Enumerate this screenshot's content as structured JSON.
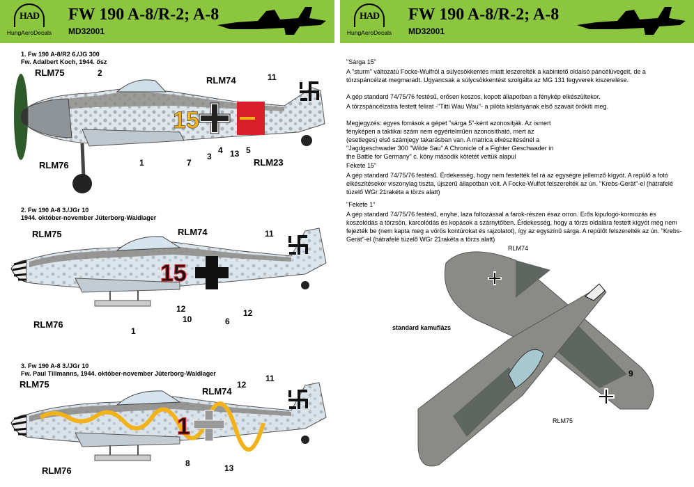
{
  "header": {
    "logo_text": "HAD",
    "logo_subtitle": "HungAeroDecals",
    "title": "FW 190 A-8/R-2; A-8",
    "code": "MD32001"
  },
  "schemes": [
    {
      "title_line1": "1. Fw 190 A-8/R2  6./JG 300",
      "title_line2": "Fw. Adalbert Koch, 1944. ősz",
      "nose_number": "15",
      "callouts": {
        "rlm75": "RLM75",
        "rlm76": "RLM76",
        "rlm74": "RLM74",
        "rlm23": "RLM23",
        "n2": "2",
        "n11": "11",
        "n1": "1",
        "n7": "7",
        "n3": "3",
        "n4": "4",
        "n13": "13",
        "n5": "5"
      }
    },
    {
      "title_line1": "2. Fw 190 A-8 3./JGr 10",
      "title_line2": "1944. október-november Jüterborg-Waldlager",
      "nose_number": "15",
      "callouts": {
        "rlm75": "RLM75",
        "rlm74": "RLM74",
        "rlm76": "RLM76",
        "n11": "11",
        "n12a": "12",
        "n10": "10",
        "n6": "6",
        "n12b": "12",
        "n1": "1"
      }
    },
    {
      "title_line1": "3. Fw 190 A-8 3./JGr 10",
      "title_line2": "Fw. Paul Tillmanns, 1944. október-november Jüterborg-Waldlager",
      "nose_number": "1",
      "callouts": {
        "rlm75": "RLM75",
        "rlm74": "RLM74",
        "rlm76": "RLM76",
        "n11": "11",
        "n12": "12",
        "n8": "8",
        "n13": "13"
      }
    }
  ],
  "notes": {
    "s1_heading": "\"Sárga 15\"",
    "s1_p1": "A \"sturm\" változatú Focke-Wulfról a súlycsökkentés miatt leszerelték a kabintető oldalsó páncélüvegeit, de a törzspáncélzat megmaradt. Ugyancsak a súlycsökkentést szolgálta az MG 131 fegyverek kiszerelése.",
    "s1_p2": "A gép standard 74/75/76 festésű, erősen koszos, kopott állapotban a fénykép elkészültekor.",
    "s1_p3": "A törzspáncélzatra festett felirat -\"Titti Wau Wau\"- a pilóta kislányának első szavait örökíti meg.",
    "s1_p4": "Megjegyzés: egyes források a gépet \"sárga 5\"-ként azonosítják. Az ismert fényképen a taktikai szám nem egyértelműen azonosítható, mert az (esetleges) első számjegy takarásban van. A matrica elkészítésénél a \"Jagdgeschwader 300 \"Wilde Sau\" A Chronicle of a Fighter Geschwader in the Battle for Germany\" c. köny második kötetét vettük alapul",
    "s2_heading": "Fekete 15\"",
    "s2_p1": "A gép standard 74/75/76 festésű. Érdekesség, hogy nem festették fel rá az egységre jellemző kígyót. A repülő a fotó elkészítésekor viszonylag tiszta, újszerű állapotban volt. A Focke-Wulfot felszerelték az ún. \"Krebs-Gerät\"-el (hátrafelé tüzelő WGr 21rakéta a törzs alatt)",
    "s3_heading": "\"Fekete 1\"",
    "s3_p1": "A gép standard 74/75/76 festésű, enyhe, laza foltozással a farok-részen ésaz orron. Erős kipufogó-kormozás és koszolódás a törzsön, karcolódás és kopások a szárnytőben. Érdekesség, hogy a törzs oldalára festett kígyót még nem fejezték be (nem kapta meg a vörös kontúrokat és rajzolatot), így az egyszínű sárga. A repülőt felszerelték az ún. \"Krebs-Gerät\"-el (hátrafelé tüzelő WGr 21rakéta a törzs alatt)"
  },
  "topview": {
    "rlm74": "RLM74",
    "rlm75": "RLM75",
    "n9": "9",
    "caption": "standard kamuflázs"
  },
  "colors": {
    "header_green": "#8cc63f",
    "rlm74": "#5f6560",
    "rlm75": "#8a8a86",
    "rlm76": "#c9d3dc",
    "rlm23": "#d8202a",
    "yellow": "#f2b21a"
  }
}
